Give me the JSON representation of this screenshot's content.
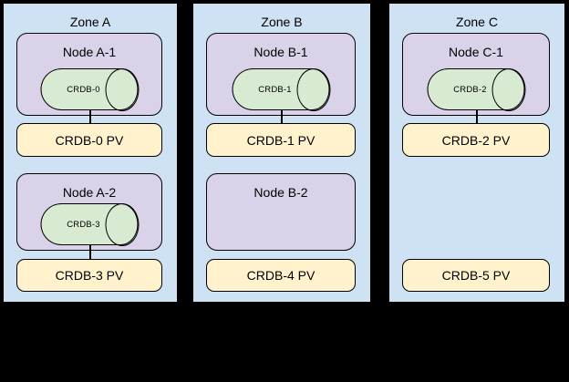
{
  "colors": {
    "background": "#000000",
    "zone_fill": "#cfe2f3",
    "node_fill": "#d9d2e9",
    "disk_fill": "#d9ead3",
    "pv_fill": "#fff2cc",
    "border": "#000000"
  },
  "zones": [
    {
      "label": "Zone A",
      "nodes": [
        {
          "label": "Node A-1",
          "disk": "CRDB-0"
        },
        {
          "label": "Node A-2",
          "disk": "CRDB-3"
        }
      ],
      "pvs": [
        {
          "label": "CRDB-0 PV",
          "connected": true
        },
        {
          "label": "CRDB-3 PV",
          "connected": true
        }
      ]
    },
    {
      "label": "Zone B",
      "nodes": [
        {
          "label": "Node B-1",
          "disk": "CRDB-1"
        },
        {
          "label": "Node B-2",
          "disk": null
        }
      ],
      "pvs": [
        {
          "label": "CRDB-1 PV",
          "connected": true
        },
        {
          "label": "CRDB-4 PV",
          "connected": false
        }
      ]
    },
    {
      "label": "Zone C",
      "nodes": [
        {
          "label": "Node C-1",
          "disk": "CRDB-2"
        }
      ],
      "pvs": [
        {
          "label": "CRDB-2 PV",
          "connected": true
        },
        {
          "label": "CRDB-5 PV",
          "connected": false
        }
      ]
    }
  ]
}
